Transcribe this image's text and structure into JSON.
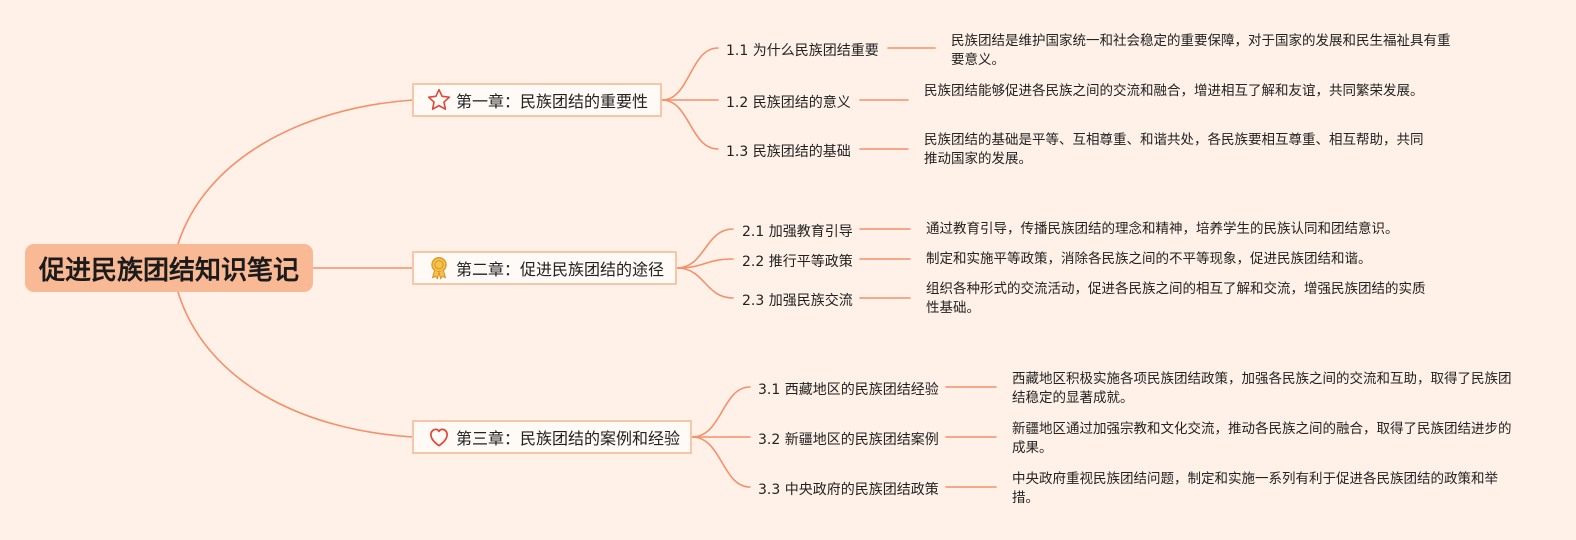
{
  "title": "促进民族团结知识笔记",
  "colors": {
    "background": "#fff1e8",
    "root_fill": "#f9b994",
    "line": "#f4906a",
    "chapter_border": "#f7c6a6"
  },
  "chapters": [
    {
      "label": "第一章：民族团结的重要性",
      "icon": "star-icon",
      "items": [
        {
          "label": "1.1 为什么民族团结重要",
          "desc": "民族团结是维护国家统一和社会稳定的重要保障，对于国家的发展和民生福祉具有重要意义。"
        },
        {
          "label": "1.2 民族团结的意义",
          "desc": "民族团结能够促进各民族之间的交流和融合，增进相互了解和友谊，共同繁荣发展。"
        },
        {
          "label": "1.3 民族团结的基础",
          "desc": "民族团结的基础是平等、互相尊重、和谐共处，各民族要相互尊重、相互帮助，共同推动国家的发展。"
        }
      ]
    },
    {
      "label": "第二章：促进民族团结的途径",
      "icon": "medal-icon",
      "items": [
        {
          "label": "2.1 加强教育引导",
          "desc": "通过教育引导，传播民族团结的理念和精神，培养学生的民族认同和团结意识。"
        },
        {
          "label": "2.2 推行平等政策",
          "desc": "制定和实施平等政策，消除各民族之间的不平等现象，促进民族团结和谐。"
        },
        {
          "label": "2.3 加强民族交流",
          "desc": "组织各种形式的交流活动，促进各民族之间的相互了解和交流，增强民族团结的实质性基础。"
        }
      ]
    },
    {
      "label": "第三章：民族团结的案例和经验",
      "icon": "heart-icon",
      "items": [
        {
          "label": "3.1 西藏地区的民族团结经验",
          "desc": "西藏地区积极实施各项民族团结政策，加强各民族之间的交流和互助，取得了民族团结稳定的显著成就。"
        },
        {
          "label": "3.2 新疆地区的民族团结案例",
          "desc": "新疆地区通过加强宗教和文化交流，推动各民族之间的融合，取得了民族团结进步的成果。"
        },
        {
          "label": "3.3 中央政府的民族团结政策",
          "desc": "中央政府重视民族团结问题，制定和实施一系列有利于促进各民族团结的政策和举措。"
        }
      ]
    }
  ]
}
